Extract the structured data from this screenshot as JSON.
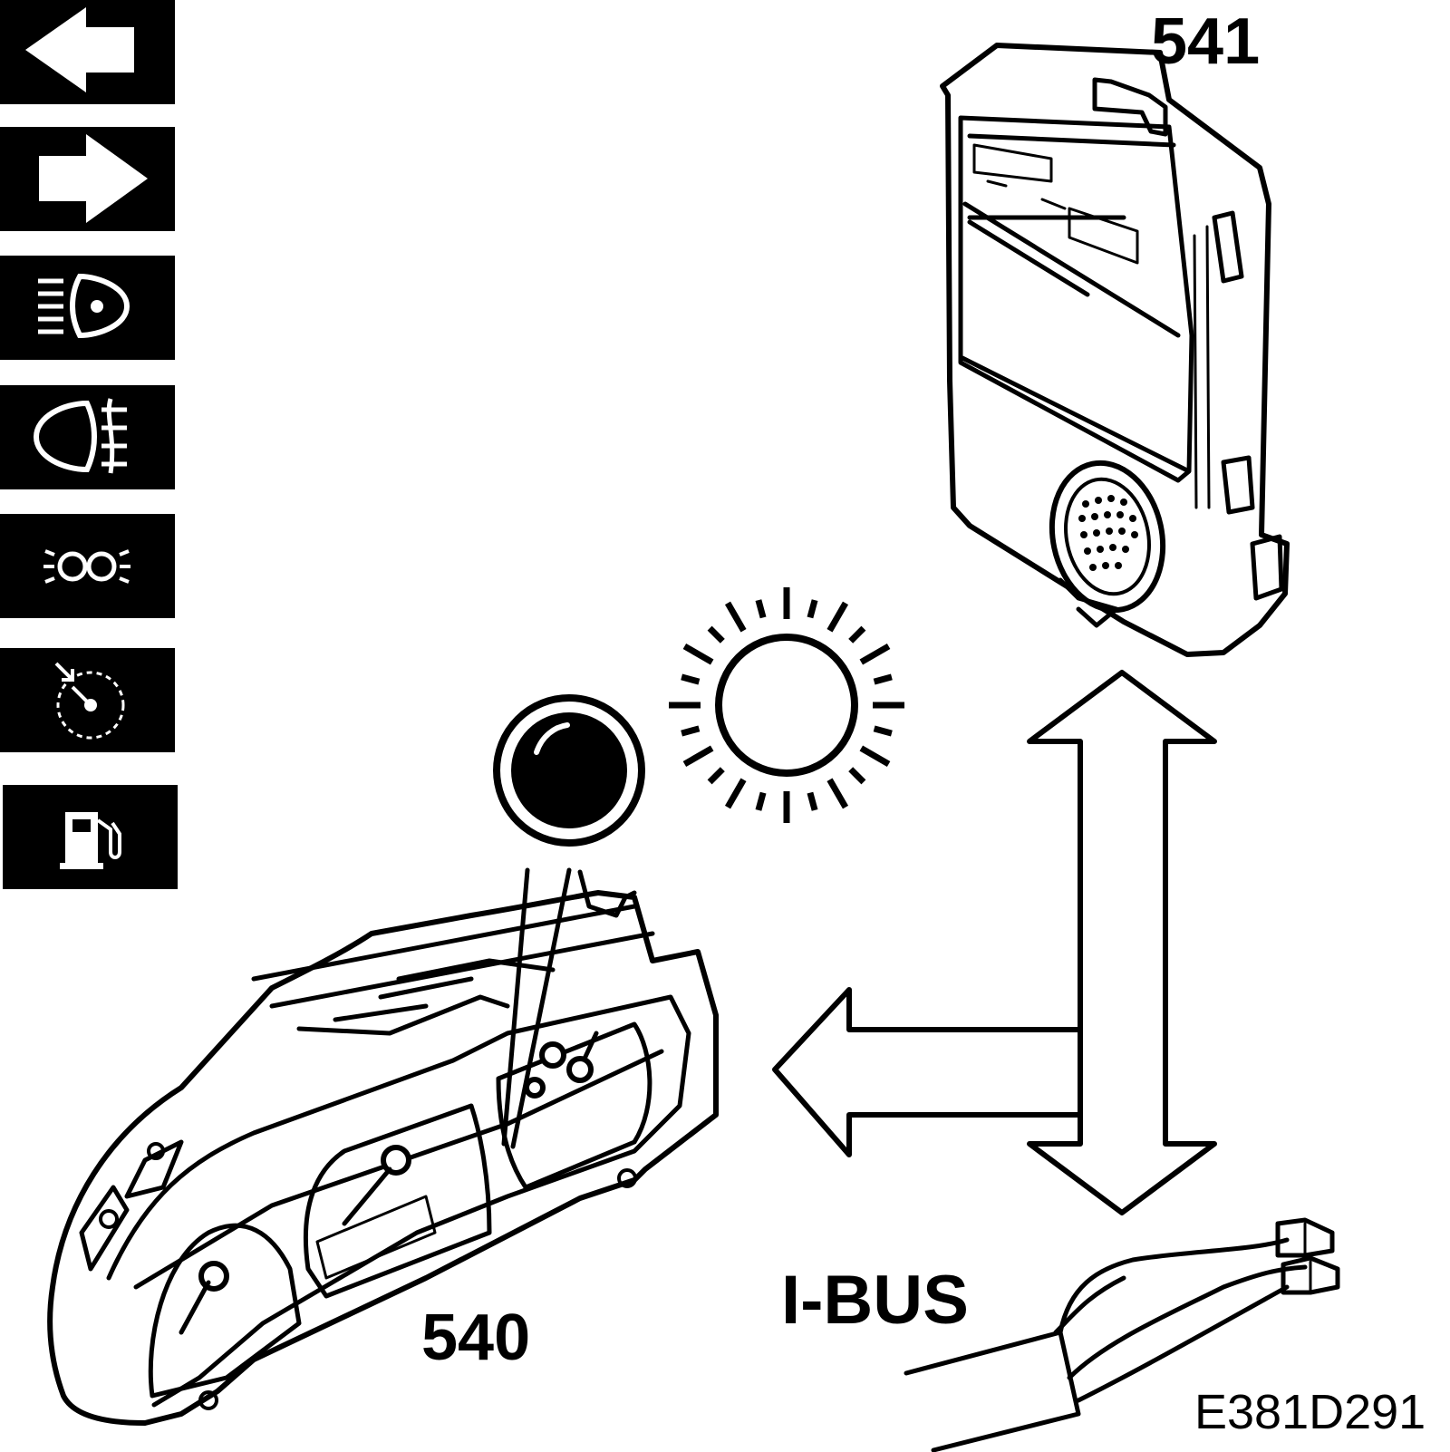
{
  "labels": {
    "module_541": "541",
    "cluster_540": "540",
    "bus": "I-BUS",
    "figure_code": "E381D291"
  },
  "colors": {
    "ink": "#000000",
    "paper": "#ffffff"
  },
  "indicator_icons": [
    "turn-left-arrow-icon",
    "turn-right-arrow-icon",
    "high-beam-icon",
    "rear-fog-light-icon",
    "parking-light-icon",
    "trip-reset-dial-icon",
    "fuel-level-icon"
  ],
  "symbols": [
    "light-sensor-dark-icon",
    "light-sensor-bright-icon"
  ]
}
